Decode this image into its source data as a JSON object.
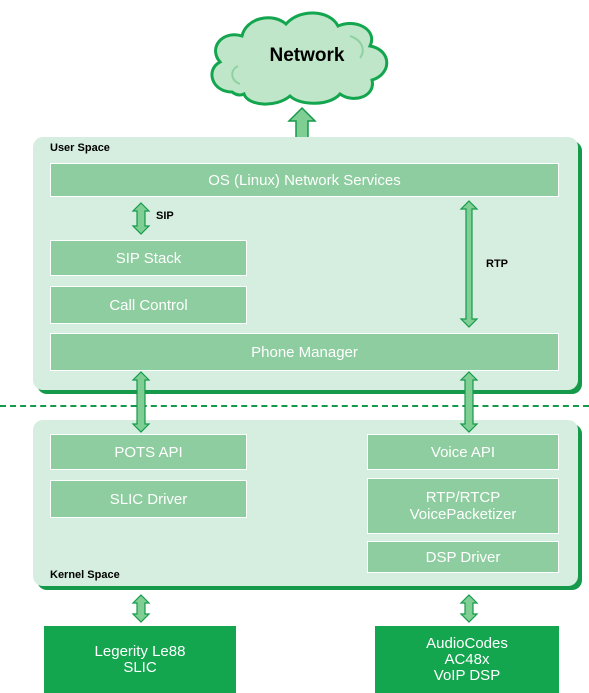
{
  "cloud": {
    "label": "Network"
  },
  "user_space": {
    "label": "User Space",
    "os_services": "OS (Linux) Network Services",
    "sip_label": "SIP",
    "rtp_label": "RTP",
    "sip_stack": "SIP Stack",
    "call_control": "Call Control",
    "phone_manager": "Phone Manager"
  },
  "kernel_space": {
    "label": "Kernel Space",
    "pots_api": "POTS API",
    "slic_driver": "SLIC Driver",
    "voice_api": "Voice API",
    "rtp_rtcp": "RTP/RTCP\nVoicePacketizer",
    "dsp_driver": "DSP Driver"
  },
  "hardware": {
    "slic": "Legerity Le88\nSLIC",
    "dsp": "AudioCodes\nAC48x\nVoIP DSP"
  },
  "colors": {
    "panel": "#d6eedf",
    "box": "#8dcd9f",
    "hardware": "#14a54f",
    "arrow_fill": "#7fcf94",
    "arrow_stroke": "#149a4a",
    "divider": "#149a4a"
  }
}
